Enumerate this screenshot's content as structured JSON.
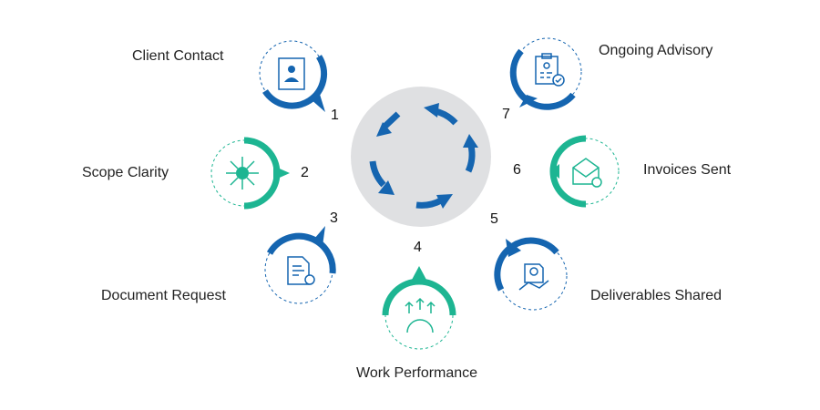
{
  "title": "Process cycle",
  "colors": {
    "blue": "#1565b0",
    "green": "#1db592",
    "hub": "#dfe0e2",
    "text": "#222222"
  },
  "steps": [
    {
      "number": "1",
      "label": "Client Contact",
      "icon": "contact-card-icon",
      "color": "blue"
    },
    {
      "number": "2",
      "label": "Scope Clarity",
      "icon": "expand-arrows-icon",
      "color": "green"
    },
    {
      "number": "3",
      "label": "Document Request",
      "icon": "document-refresh-icon",
      "color": "blue"
    },
    {
      "number": "4",
      "label": "Work Performance",
      "icon": "growth-gauge-icon",
      "color": "green"
    },
    {
      "number": "5",
      "label": "Deliverables Shared",
      "icon": "handshake-document-icon",
      "color": "blue"
    },
    {
      "number": "6",
      "label": "Invoices Sent",
      "icon": "envelope-send-icon",
      "color": "green"
    },
    {
      "number": "7",
      "label": "Ongoing Advisory",
      "icon": "clipboard-check-icon",
      "color": "blue"
    }
  ],
  "hub": {
    "icon": "cycle-arrows-icon"
  }
}
